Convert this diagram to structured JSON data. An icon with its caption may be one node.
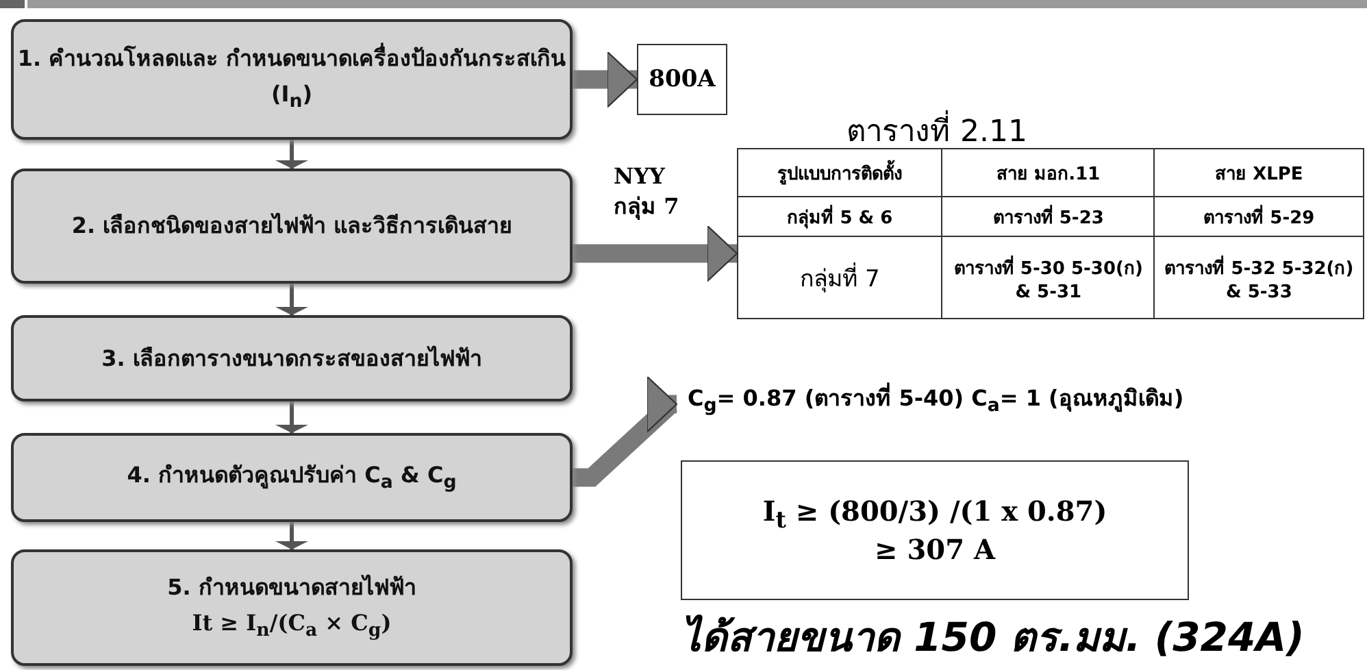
{
  "diagram": {
    "nodes": [
      {
        "text": [
          "1. คำนวณโหลดและ กำหนดขนาดเครื่องป้องกันกระสเกิน (I$_{n}$)"
        ]
      },
      {
        "text": [
          "2. เลือกชนิดของสายไฟฟ้า และวิธีการเดินสาย"
        ]
      },
      {
        "text": [
          "3. เลือกตารางขนาดกระสของสายไฟฟ้า"
        ]
      },
      {
        "text": [
          "4. กำหนดตัวคูณปรับค่า C$_{a}$ & C$_{g}$"
        ]
      },
      {
        "text": [
          "5. กำหนดขนาดสายไฟฟ้า",
          "It ≥ I$_{n}$/(C$_{a}$ × C$_{g}$)"
        ]
      },
      {
        "text": [
          "800A"
        ]
      },
      {
        "text": [
          "ตารางที่ 2.11",
          "รูปแบบการติดตั้ง",
          "สาย มอก.11",
          "สาย XLPE",
          "กลุ่มที่ 5 & 6",
          "ตารางที่ 5-23",
          "ตารางที่ 5-29",
          "กลุ่มที่ 7",
          "ตารางที่ 5-30 5-30(ก) & 5-31",
          "ตารางที่ 5-32 5-32(ก) & 5-33"
        ]
      },
      {
        "text": [
          "C$_{g}$= 0.87 (ตารางที่ 5-40) C$_{a}$= 1 (อุณหภูมิเดิม)"
        ]
      },
      {
        "text": [
          "I$_{t}$ ≥ (800/3) /(1 x 0.87)",
          "≥ 307 A"
        ]
      }
    ],
    "edges": [
      {
        "from": 0,
        "to": 1,
        "arrow": "to"
      },
      {
        "from": 1,
        "to": 2,
        "arrow": "to"
      },
      {
        "from": 2,
        "to": 3,
        "arrow": "to"
      },
      {
        "from": 3,
        "to": 4,
        "arrow": "to"
      },
      {
        "from": 0,
        "to": 5,
        "arrow": "to",
        "style": "thick"
      },
      {
        "from": 1,
        "to": 6,
        "arrow": "to",
        "style": "thick",
        "label": "NYY กลุ่ม 7"
      },
      {
        "from": 3,
        "to": 7,
        "arrow": "to",
        "style": "thick"
      }
    ],
    "labels": [
      "ได้สายขนาด 150 ตร.มม. (324A)"
    ]
  }
}
